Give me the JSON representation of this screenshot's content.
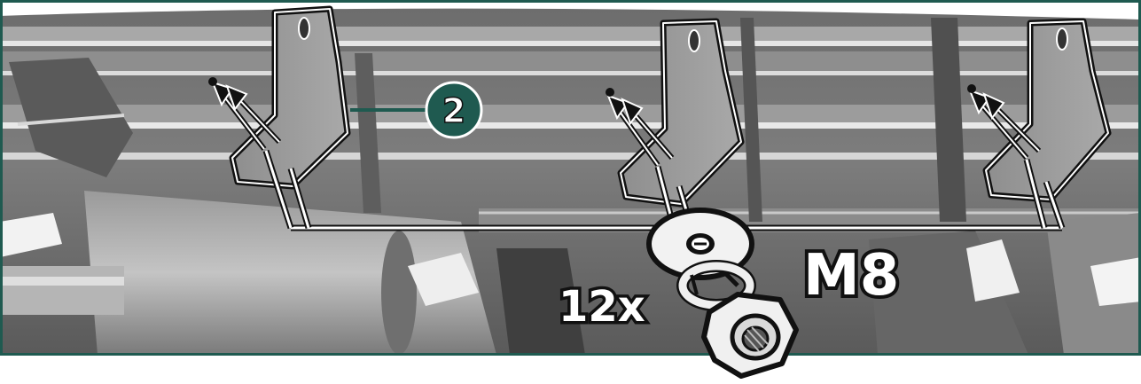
{
  "callout": {
    "number": "2",
    "color": "#1f5a50"
  },
  "fastener": {
    "quantity": "12x",
    "size": "M8",
    "parts": [
      "washer-icon",
      "spring-washer-icon",
      "hex-nut-icon"
    ]
  },
  "colors": {
    "frame": "#1f5a50",
    "outline": "#111111"
  }
}
